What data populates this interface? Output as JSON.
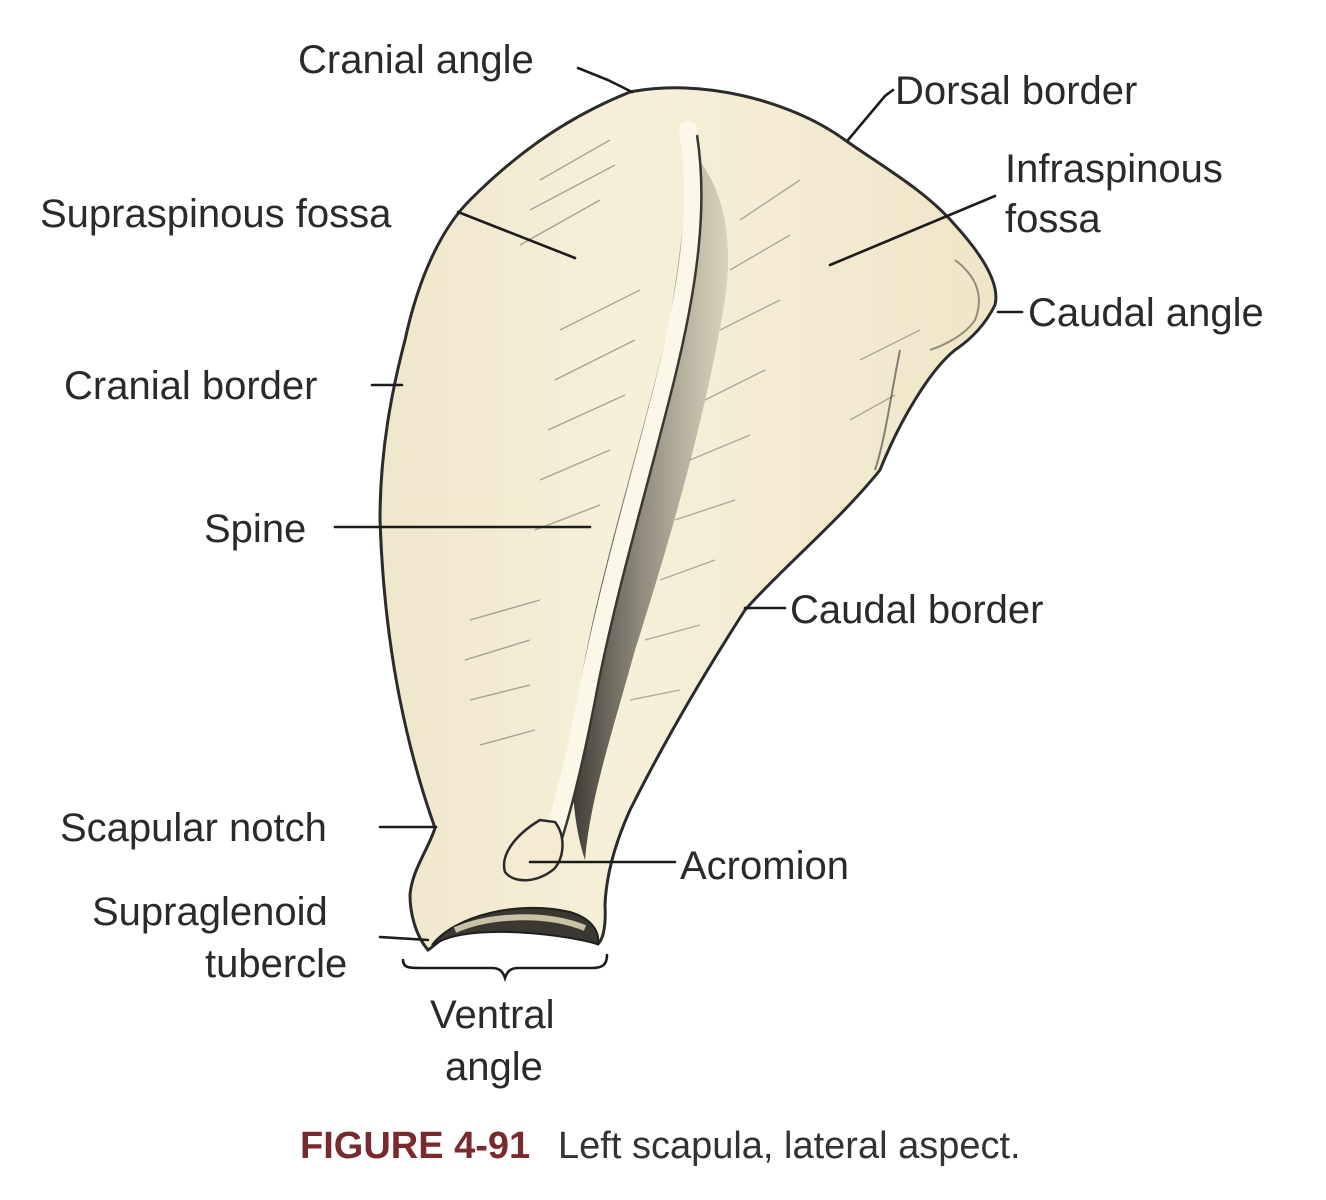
{
  "labels": {
    "cranial_angle": "Cranial angle",
    "dorsal_border": "Dorsal border",
    "infraspinous_fossa_line1": "Infraspinous",
    "infraspinous_fossa_line2": "fossa",
    "supraspinous_fossa": "Supraspinous fossa",
    "caudal_angle": "Caudal angle",
    "cranial_border": "Cranial border",
    "spine": "Spine",
    "caudal_border": "Caudal border",
    "scapular_notch": "Scapular notch",
    "acromion": "Acromion",
    "supraglenoid_tubercle_line1": "Supraglenoid",
    "supraglenoid_tubercle_line2": "tubercle",
    "ventral_angle_line1": "Ventral",
    "ventral_angle_line2": "angle"
  },
  "caption": {
    "number": "FIGURE 4-91",
    "text": "Left scapula, lateral aspect."
  },
  "colors": {
    "bone": "#f3ecd3",
    "outline": "#2b2b2b",
    "shade": "#5a564b",
    "caption_number": "#7a2a2e",
    "caption_text": "#333333"
  }
}
